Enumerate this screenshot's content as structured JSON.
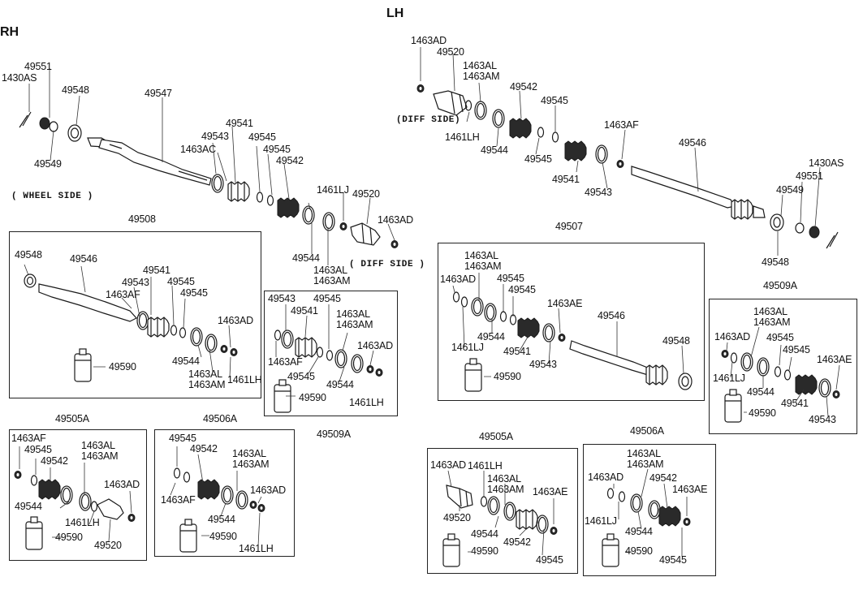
{
  "headers": {
    "rh": "RH",
    "lh": "LH"
  },
  "notes": {
    "wheel_side": "( WHEEL SIDE )",
    "diff_side_rh": "( DIFF SIDE )",
    "diff_side_lh": "(DIFF SIDE)"
  },
  "boxes": {
    "b49508": "49508",
    "b49505a_rh": "49505A",
    "b49506a_rh": "49506A",
    "b49509a_rh": "49509A",
    "b49507": "49507",
    "b49509a_lh": "49509A",
    "b49505a_lh": "49505A",
    "b49506a_lh": "49506A"
  },
  "rh_main": {
    "p49551": "49551",
    "p1430as": "1430AS",
    "p49548": "49548",
    "p49549": "49549",
    "p49547": "49547",
    "p49541": "49541",
    "p49543": "49543",
    "p1463ac": "1463AC",
    "p49545a": "49545",
    "p49545b": "49545",
    "p49542": "49542",
    "p1461lj": "1461LJ",
    "p49520": "49520",
    "p1463ad": "1463AD",
    "p49544": "49544",
    "p1463al": "1463AL\n1463AM"
  },
  "b49508_parts": {
    "p49548": "49548",
    "p49546": "49546",
    "p49541": "49541",
    "p49543": "49543",
    "p1463af": "1463AF",
    "p49545a": "49545",
    "p49545b": "49545",
    "p1463ad": "1463AD",
    "p49544": "49544",
    "p1463al": "1463AL\n1463AM",
    "p1461lh": "1461LH",
    "p49590": "49590"
  },
  "b509rh_parts": {
    "p49543": "49543",
    "p49545a": "49545",
    "p49541": "49541",
    "p1463al": "1463AL\n1463AM",
    "p1463ad": "1463AD",
    "p1463af": "1463AF",
    "p49545b": "49545",
    "p49544": "49544",
    "p49590": "49590",
    "p1461lh": "1461LH"
  },
  "b505rh_parts": {
    "p1463af": "1463AF",
    "p49545": "49545",
    "p49542": "49542",
    "p1463al": "1463AL\n1463AM",
    "p1463ad": "1463AD",
    "p49544": "49544",
    "p1461lh": "1461LH",
    "p49590": "49590",
    "p49520": "49520"
  },
  "b506rh_parts": {
    "p49545": "49545",
    "p49542": "49542",
    "p1463al": "1463AL\n1463AM",
    "p1463af": "1463AF",
    "p1463ad": "1463AD",
    "p49544": "49544",
    "p49590": "49590",
    "p1461lh": "1461LH"
  },
  "lh_main": {
    "p1463ad": "1463AD",
    "p49520": "49520",
    "p1463al": "1463AL\n1463AM",
    "p49542": "49542",
    "p49545a": "49545",
    "p1461lh": "1461LH",
    "p49544": "49544",
    "p49545b": "49545",
    "p1463af": "1463AF",
    "p49546": "49546",
    "p49541": "49541",
    "p49543": "49543",
    "p1430as": "1430AS",
    "p49551": "49551",
    "p49549": "49549",
    "p49548": "49548"
  },
  "b49507_parts": {
    "p1463al": "1463AL\n1463AM",
    "p1463ad": "1463AD",
    "p49545a": "49545",
    "p49545b": "49545",
    "p1463ae": "1463AE",
    "p49546": "49546",
    "p49548": "49548",
    "p49544": "49544",
    "p1461lj": "1461LJ",
    "p49541": "49541",
    "p49543": "49543",
    "p49590": "49590"
  },
  "b509lh_parts": {
    "p1463al": "1463AL\n1463AM",
    "p1463ad": "1463AD",
    "p49545a": "49545",
    "p49545b": "49545",
    "p1463ae": "1463AE",
    "p1461lj": "1461LJ",
    "p49544": "49544",
    "p49541": "49541",
    "p49590": "49590",
    "p49543": "49543"
  },
  "b505lh_parts": {
    "p1463ad": "1463AD",
    "p1461lh": "1461LH",
    "p1463al": "1463AL\n1463AM",
    "p1463ae": "1463AE",
    "p49520": "49520",
    "p49544": "49544",
    "p49542": "49542",
    "p49590": "49590",
    "p49545": "49545"
  },
  "b506lh_parts": {
    "p1463al": "1463AL\n1463AM",
    "p1463ad": "1463AD",
    "p49542": "49542",
    "p1463ae": "1463AE",
    "p1461lj": "1461LJ",
    "p49544": "49544",
    "p49590": "49590",
    "p49545": "49545"
  }
}
